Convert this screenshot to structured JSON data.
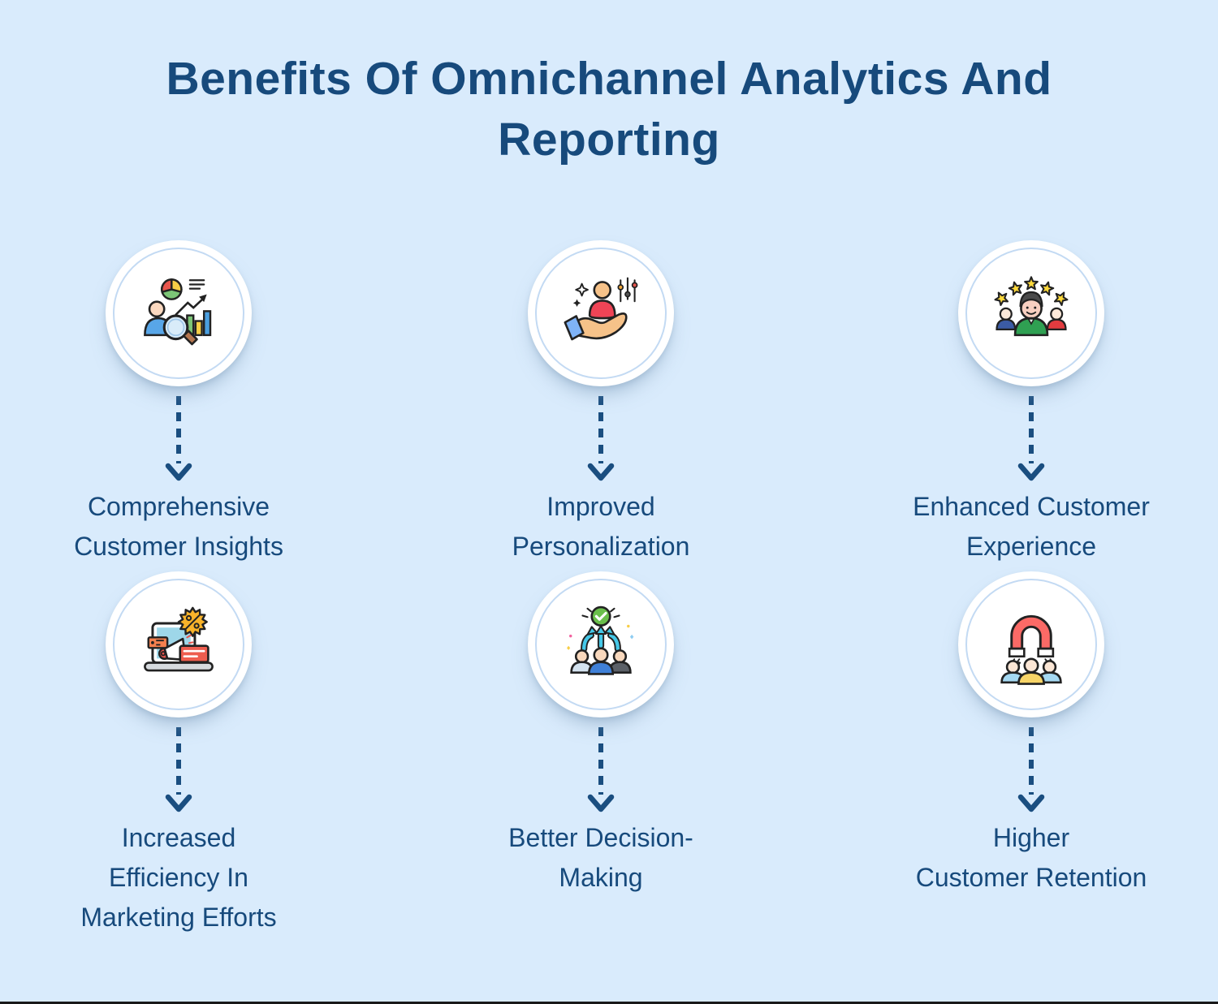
{
  "title": "Benefits Of Omnichannel Analytics And\nReporting",
  "palette": {
    "background": "#d9ebfc",
    "heading_text": "#174a7c",
    "label_text": "#174a7c",
    "arrow": "#1a4e80",
    "circle_fill": "#ffffff",
    "circle_ring": "#c3daf3"
  },
  "benefits": [
    {
      "label": "Comprehensive\nCustomer Insights",
      "icon": "person-analytics-magnifier-icon"
    },
    {
      "label": "Improved\nPersonalization",
      "icon": "hand-holding-customer-icon"
    },
    {
      "label": "Enhanced Customer\nExperience",
      "icon": "customer-five-stars-icon"
    },
    {
      "label": "Increased\nEfficiency In\nMarketing Efforts",
      "icon": "laptop-megaphone-promotion-icon"
    },
    {
      "label": "Better Decision-\nMaking",
      "icon": "team-arrows-checkmark-icon"
    },
    {
      "label": "Higher\nCustomer Retention",
      "icon": "magnet-attracting-customers-icon"
    }
  ]
}
